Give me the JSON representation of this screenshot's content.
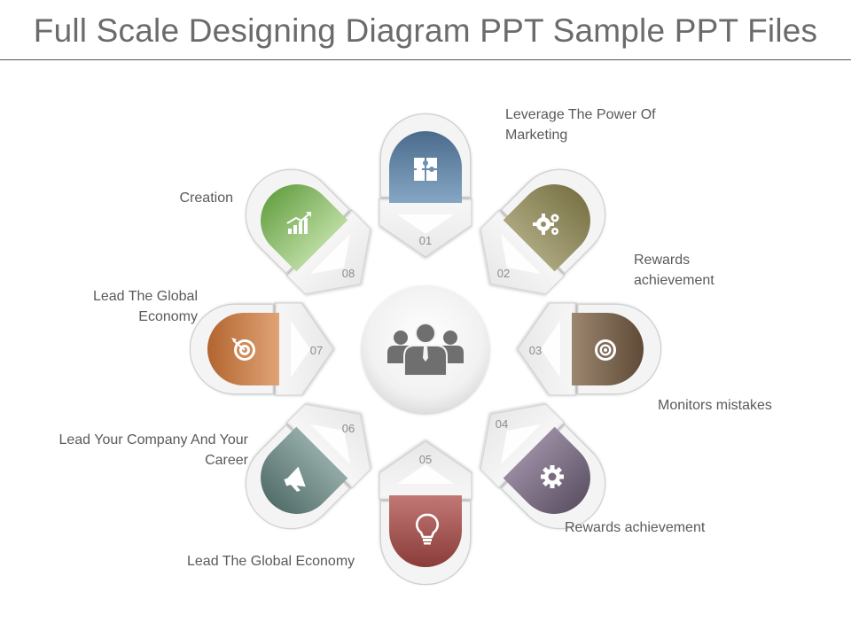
{
  "title": "Full Scale Designing Diagram PPT Sample PPT Files",
  "center_icon": "people-group-icon",
  "steps": [
    {
      "number": "01",
      "label": "Leverage The Power Of Marketing",
      "icon": "puzzle-icon",
      "color": "#5b7f9f"
    },
    {
      "number": "02",
      "label": "Rewards achievement",
      "icon": "gears-icon",
      "color": "#8a8458"
    },
    {
      "number": "03",
      "label": "Monitors mistakes",
      "icon": "target-icon",
      "color": "#6e5a44"
    },
    {
      "number": "04",
      "label": "Rewards achievement",
      "icon": "gear-icon",
      "color": "#6f6275"
    },
    {
      "number": "05",
      "label": "Lead The Global Economy",
      "icon": "lightbulb-icon",
      "color": "#9c4a47"
    },
    {
      "number": "06",
      "label": "Lead Your Company And Your Career",
      "icon": "megaphone-icon",
      "color": "#607b78"
    },
    {
      "number": "07",
      "label": "Lead The Global Economy",
      "icon": "dartboard-icon",
      "color": "#c0753e"
    },
    {
      "number": "08",
      "label": "Creation",
      "icon": "growth-chart-icon",
      "color": "#7ab45a"
    }
  ]
}
